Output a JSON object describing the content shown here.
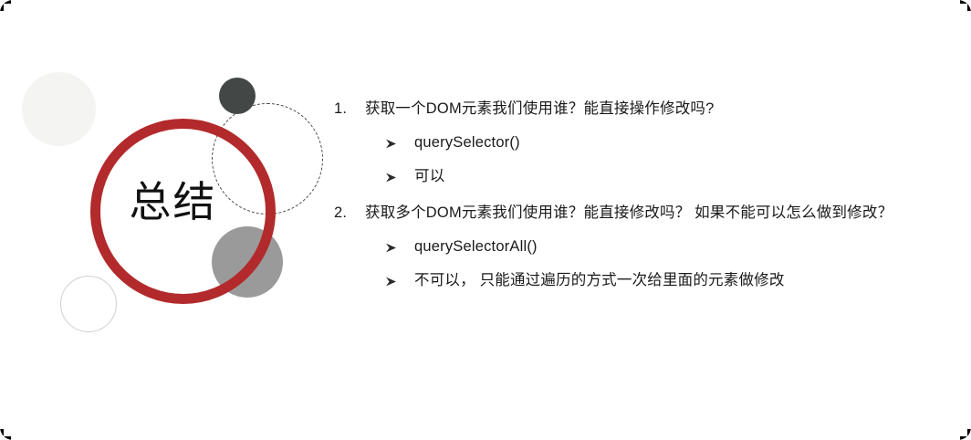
{
  "slide": {
    "title": "总结",
    "background_color": "#ffffff",
    "accent_color": "#b22a2b"
  },
  "decorations": {
    "pale_circle": "pale-circle",
    "dark_dot": "dark-dot",
    "gray_circle": "gray-circle",
    "dashed_circle": "dashed-circle",
    "outline_circle": "outline-circle",
    "red_ring": "red-ring"
  },
  "corner_marks": {
    "top_left": "corner-mark-top-left",
    "top_right": "corner-mark-top-right",
    "bottom_left": "corner-mark-bottom-left",
    "bottom_right": "corner-mark-bottom-right"
  },
  "content": {
    "items": [
      {
        "number": "1.",
        "question": "获取一个DOM元素我们使用谁？能直接操作修改吗?",
        "answers": [
          {
            "marker": "arrowhead-bullet-icon",
            "text": "querySelector()"
          },
          {
            "marker": "arrowhead-bullet-icon",
            "text": "可以"
          }
        ]
      },
      {
        "number": "2.",
        "question": "获取多个DOM元素我们使用谁？能直接修改吗？ 如果不能可以怎么做到修改？",
        "answers": [
          {
            "marker": "arrowhead-bullet-icon",
            "text": "querySelectorAll()"
          },
          {
            "marker": "arrowhead-bullet-icon",
            "text": "不可以， 只能通过遍历的方式一次给里面的元素做修改"
          }
        ]
      }
    ]
  }
}
